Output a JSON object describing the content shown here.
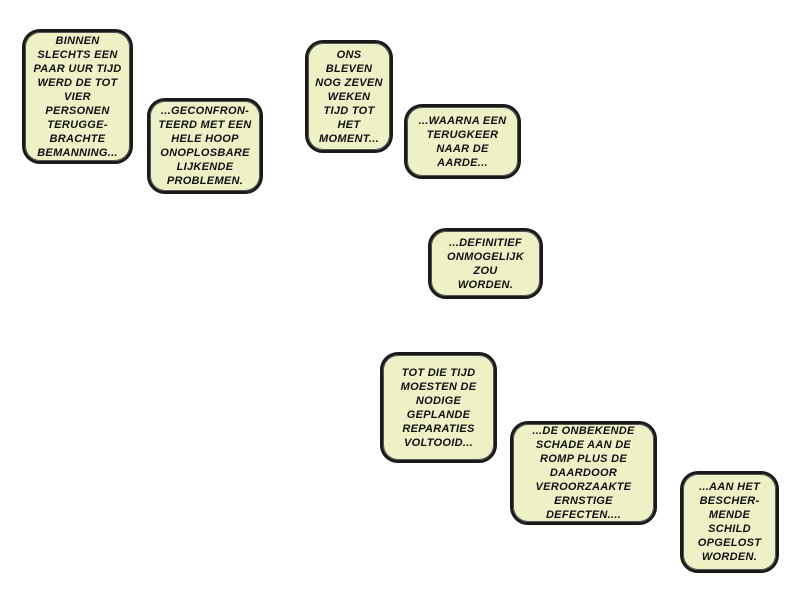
{
  "captions": [
    {
      "text": "BINNEN\nSLECHTS EEN\nPAAR UUR TIJD\nWERD DE TOT\nVIER\nPERSONEN\nTERUGGE-\nBRACHTE\nBEMANNING..."
    },
    {
      "text": "...GECONFRON-\nTEERD MET EEN\nHELE HOOP\nONOPLOSBARE\nLIJKENDE\nPROBLEMEN."
    },
    {
      "text": "ONS\nBLEVEN\nNOG ZEVEN\nWEKEN\nTIJD TOT\nHET\nMOMENT..."
    },
    {
      "text": "...WAARNA EEN\nTERUGKEER\nNAAR DE\nAARDE..."
    },
    {
      "text": "...DEFINITIEF\nONMOGELIJK\nZOU\nWORDEN."
    },
    {
      "text": "TOT DIE TIJD\nMOESTEN DE\nNODIGE\nGEPLANDE\nREPARATIES\nVOLTOOID..."
    },
    {
      "text": "...DE ONBEKENDE\nSCHADE AAN DE\nROMP PLUS DE\nDAARDOOR\nVEROORZAAKTE\nERNSTIGE\nDEFECTEN...."
    },
    {
      "text": "...AAN HET\nBESCHER-\nMENDE\nSCHILD\nOPGELOST\nWORDEN."
    }
  ]
}
